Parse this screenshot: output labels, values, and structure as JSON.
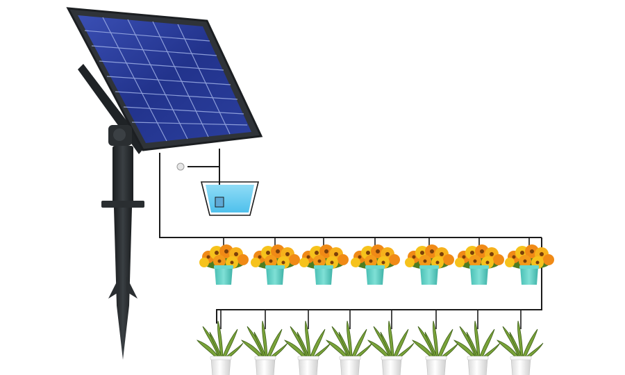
{
  "scene": {
    "subject": "solar-drip-irrigation-kit",
    "background": "#ffffff",
    "colors": {
      "panel_frame": "#2f3338",
      "panel_cell": "#23358f",
      "panel_grid": "#9fb0e6",
      "stake": "#25292c",
      "tube": "#1a1a1a",
      "water": "#6ad0f2",
      "flower_orange": "#f08a16",
      "flower_yellow": "#f6c21c",
      "flower_pot": "#5fd0c4",
      "snake_leaf": "#7aa33a",
      "white_pot": "#f4f4f4"
    }
  },
  "hanging_pots": [
    {
      "id": 1
    },
    {
      "id": 2
    },
    {
      "id": 3
    },
    {
      "id": 4
    },
    {
      "id": 5
    },
    {
      "id": 6
    },
    {
      "id": 7
    }
  ],
  "ground_pots": [
    {
      "id": 1
    },
    {
      "id": 2
    },
    {
      "id": 3
    },
    {
      "id": 4
    },
    {
      "id": 5
    },
    {
      "id": 6
    },
    {
      "id": 7
    },
    {
      "id": 8
    }
  ]
}
